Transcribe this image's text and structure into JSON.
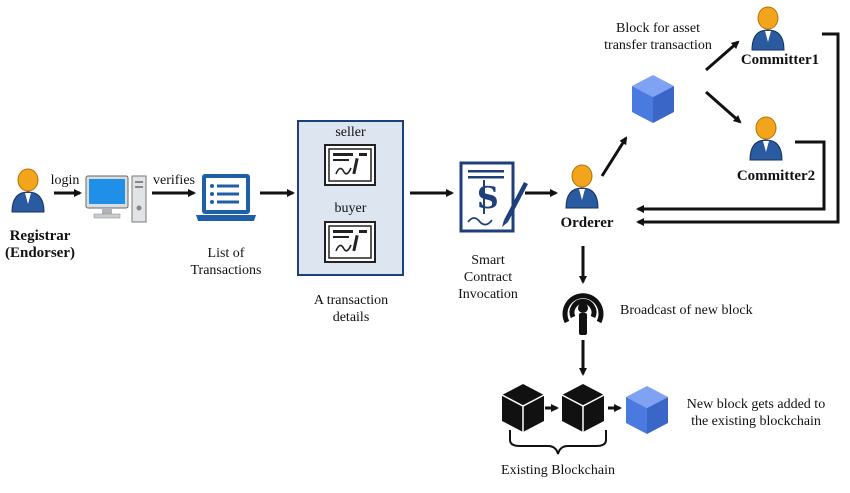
{
  "nodes": {
    "registrar": {
      "line1": "Registrar",
      "line2": "(Endorser)"
    },
    "list": {
      "line1": "List of",
      "line2": "Transactions"
    },
    "details": {
      "seller": "seller",
      "buyer": "buyer",
      "line1": "A transaction",
      "line2": "details"
    },
    "smart_contract": {
      "line1": "Smart",
      "line2": "Contract",
      "line3": "Invocation"
    },
    "orderer": {
      "label": "Orderer"
    },
    "block": {
      "line1": "Block for asset",
      "line2": "transfer transaction"
    },
    "committer1": {
      "label": "Committer1"
    },
    "committer2": {
      "label": "Committer2"
    },
    "broadcast": {
      "label": "Broadcast of new block"
    },
    "new_block": {
      "line1": "New block gets added to",
      "line2": "the existing blockchain"
    },
    "existing": {
      "label": "Existing Blockchain"
    }
  },
  "edges": {
    "login": "login",
    "verifies": "verifies"
  },
  "colors": {
    "accent_blue": "#1f5fa8",
    "orange": "#f0a020",
    "cube_blue": "#4f7fe0",
    "dark": "#111111"
  }
}
